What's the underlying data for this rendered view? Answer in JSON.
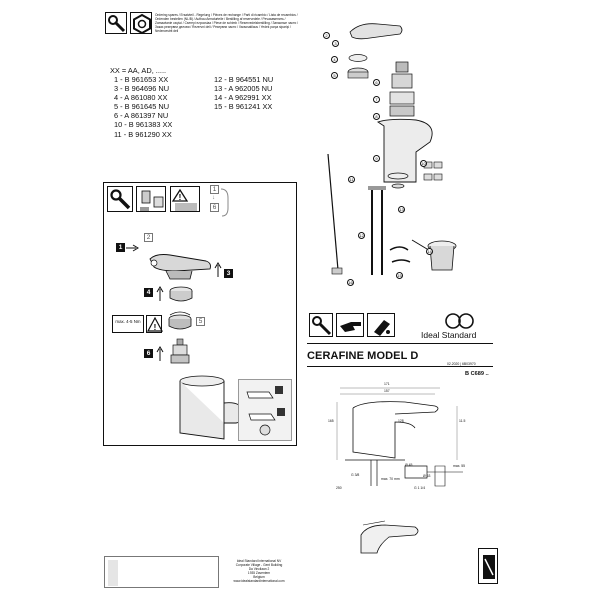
{
  "header_legend": "Ordering spares / Ersatzteil - Regelung / Pièces de rechange / Parti di ricambio / Lista de recambios / Ordenden bestellen (NL/B) / Aufbau Armaturteile / Bestilling af reservedele / Peчaзaмeнить / Zamawianie części / Cserepi ezpoosiaa / Piese de schimb / Reservedelsbestilling / Запасные части / Заказ резервни делови / Rezervni deli / Резервни части / Varaosatilaus / Yedek parça siparişi / Nederoestrit deli",
  "parts_header": "XX = AA, AD, .....",
  "parts_left": [
    "1 - B 961653 XX",
    "3 - B 964696 NU",
    "4 - A 861080 XX",
    "5 - B 961645 NU",
    "6 - A 861397 NU",
    "10 - B 961383 XX",
    "11 - B 961290 XX"
  ],
  "parts_right": [
    "12 - B 964551 NU",
    "13 - A 962005 NU",
    "14 - A 962991 XX",
    "15 - B 961241 XX"
  ],
  "torque_label": "max. 4-5 Nm",
  "steps": {
    "s1": "1",
    "s2": "2",
    "s3": "3",
    "s4": "4",
    "s5": "5",
    "s6": "6",
    "seq_top": "1",
    "seq_bottom": "6"
  },
  "exploded_labels": [
    "2",
    "3",
    "4",
    "5",
    "6",
    "7",
    "8",
    "9",
    "10",
    "11",
    "12",
    "13",
    "14",
    "15",
    "16"
  ],
  "brand": {
    "name": "Ideal Standard"
  },
  "model": {
    "name": "CERAFINE MODEL D",
    "code": "B C689 ..",
    "doc_ref": "02.2020 | 6B03970"
  },
  "dimensions": {
    "d1": "171",
    "d2": "157",
    "d3": "128",
    "d4": "165",
    "d5": "11.5",
    "d6": "G 3/8",
    "d7": "max. 70 mm",
    "d8": "Ø 45",
    "d9": "Ø 63",
    "d10": "max. 55",
    "d11": "250",
    "d12": "G 1 1/4"
  },
  "footer": {
    "company": "Ideal Standard International NV",
    "line2": "Corporate Village - Gent Building",
    "line3": "Da Vincilaan 2",
    "line4": "1935 Zaventem",
    "line5": "Belgium",
    "web": "www.idealstandardinternational.com"
  }
}
